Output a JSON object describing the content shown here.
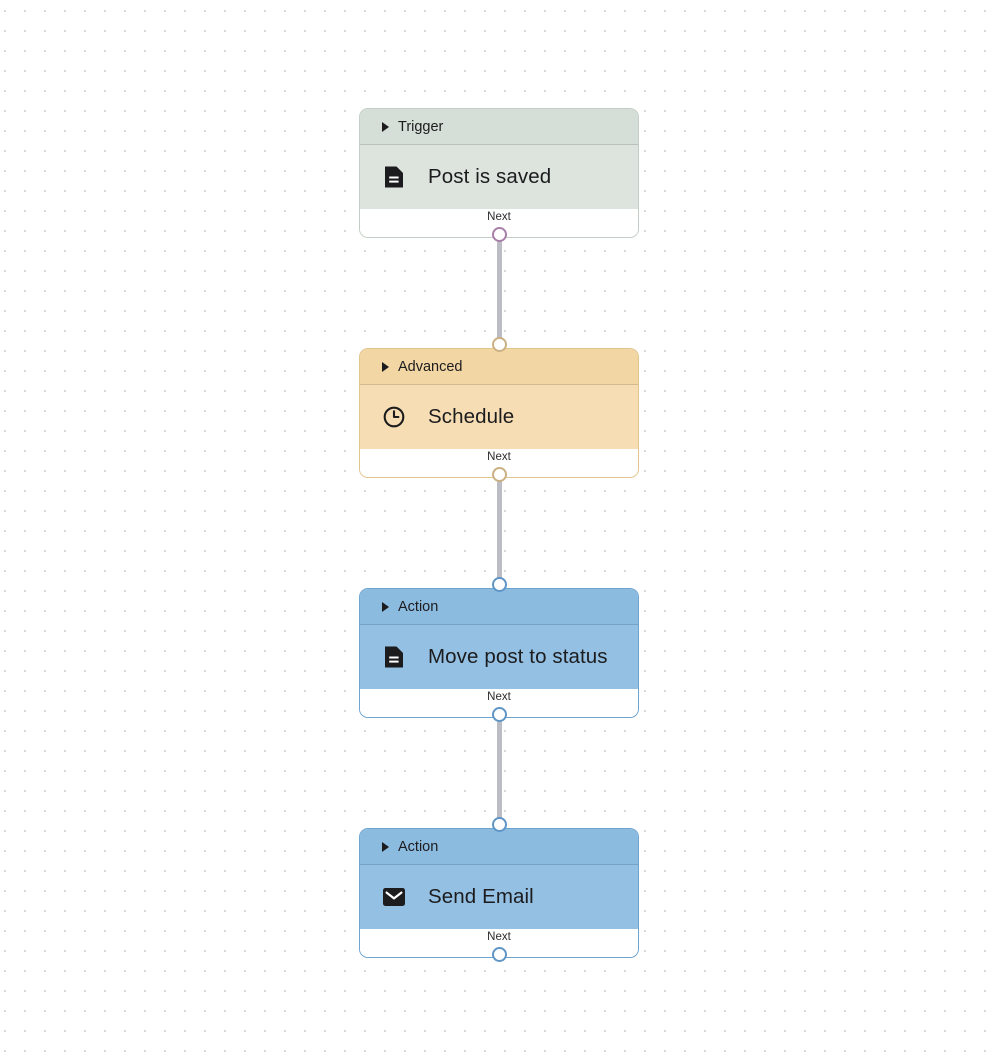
{
  "canvas": {
    "grid": "dot-grid",
    "background_color": "#ffffff",
    "dot_color": "#d8d8dd"
  },
  "colors": {
    "trigger_header": "#d5ded7",
    "trigger_body": "#dde4de",
    "trigger_border": "#c3cfc6",
    "advanced_header": "#f2d6a4",
    "advanced_body": "#f6ddb4",
    "advanced_border": "#e2c48d",
    "action_header": "#8cbbe0",
    "action_body": "#93c0e3",
    "action_border": "#6fa4cf",
    "edge_line": "#bcbcc4",
    "port_trigger_ring": "#a87fa8",
    "port_advanced_ring": "#cbb083",
    "port_action_ring": "#5f96c6"
  },
  "nodes": [
    {
      "id": "trigger-post-is-saved",
      "type_label": "Trigger",
      "title": "Post is saved",
      "icon": "document-icon",
      "footer_label": "Next",
      "theme": "trigger"
    },
    {
      "id": "advanced-schedule",
      "type_label": "Advanced",
      "title": "Schedule",
      "icon": "clock-icon",
      "footer_label": "Next",
      "theme": "advanced"
    },
    {
      "id": "action-move-post-to-status",
      "type_label": "Action",
      "title": "Move post to status",
      "icon": "document-icon",
      "footer_label": "Next",
      "theme": "action"
    },
    {
      "id": "action-send-email",
      "type_label": "Action",
      "title": "Send Email",
      "icon": "envelope-icon",
      "footer_label": "Next",
      "theme": "action"
    }
  ],
  "edges": [
    {
      "from": "trigger-post-is-saved",
      "to": "advanced-schedule"
    },
    {
      "from": "advanced-schedule",
      "to": "action-move-post-to-status"
    },
    {
      "from": "action-move-post-to-status",
      "to": "action-send-email"
    }
  ]
}
